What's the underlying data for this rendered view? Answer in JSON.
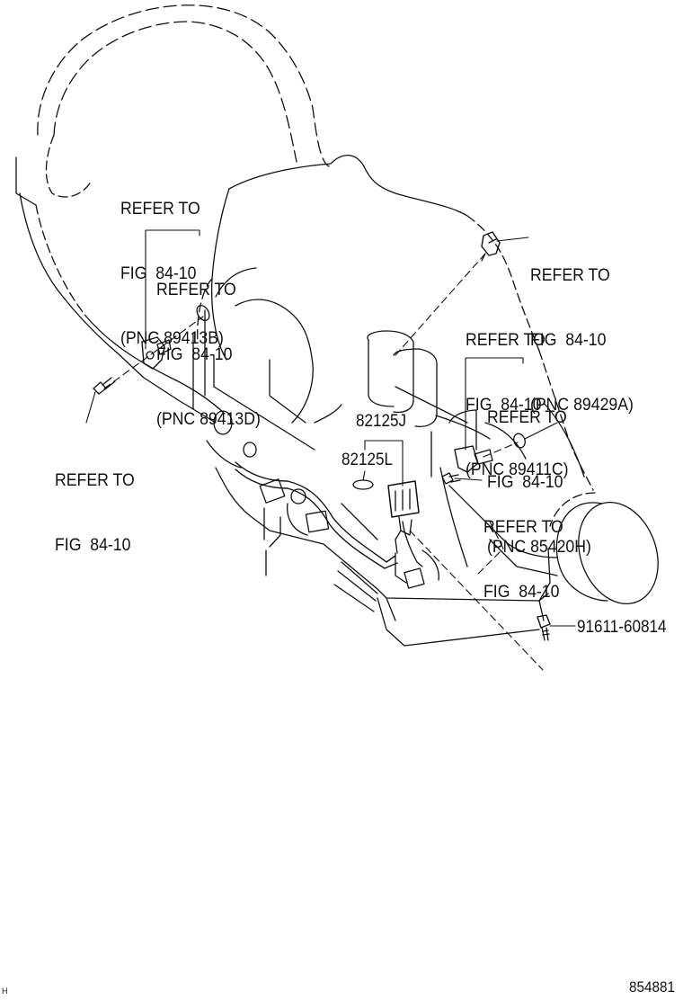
{
  "callouts": {
    "c1": {
      "line1": "REFER TO",
      "line2": "FIG  84-10",
      "line3": "(PNC 89413B)"
    },
    "c2": {
      "line1": "REFER TO",
      "line2": "FIG  84-10",
      "line3": "(PNC 89413D)"
    },
    "c3": {
      "line1": "REFER TO",
      "line2": "FIG  84-10"
    },
    "c4": {
      "line1": "REFER TO",
      "line2": "FIG  84-10",
      "line3": "(PNC 89429A)"
    },
    "c5": {
      "line1": "REFER TO",
      "line2": "FIG  84-10",
      "line3": "(PNC 89411C)"
    },
    "c6": {
      "line1": "REFER TO",
      "line2": "FIG  84-10",
      "line3": "(PNC 85420H)"
    },
    "c7": {
      "line1": "REFER TO",
      "line2": "FIG  84-10"
    }
  },
  "parts": {
    "p1": "82125J",
    "p2": "82125L",
    "p3": "91611-60814"
  },
  "footer": {
    "illustration_id": "854881",
    "corner_mark": "H"
  },
  "colors": {
    "ink": "#111111",
    "background": "#ffffff"
  }
}
